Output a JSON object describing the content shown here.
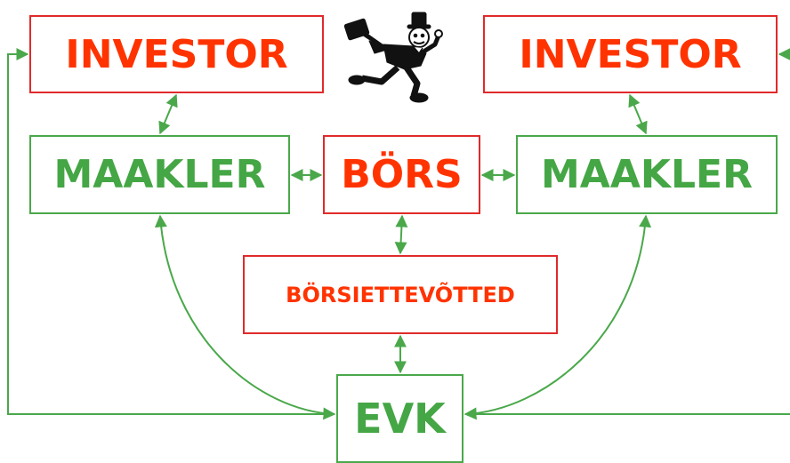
{
  "nodes": {
    "investor_left": "INVESTOR",
    "investor_right": "INVESTOR",
    "broker_left": "MAAKLER",
    "exchange": "BÖRS",
    "broker_right": "MAAKLER",
    "issuers": "BÖRSIETTEVÕTTED",
    "csd": "EVK"
  },
  "colors": {
    "red_text": "#ff3300",
    "red_border": "#e02a2a",
    "green": "#44a644"
  },
  "illustration": {
    "icon": "running-investor-cartoon-icon"
  }
}
